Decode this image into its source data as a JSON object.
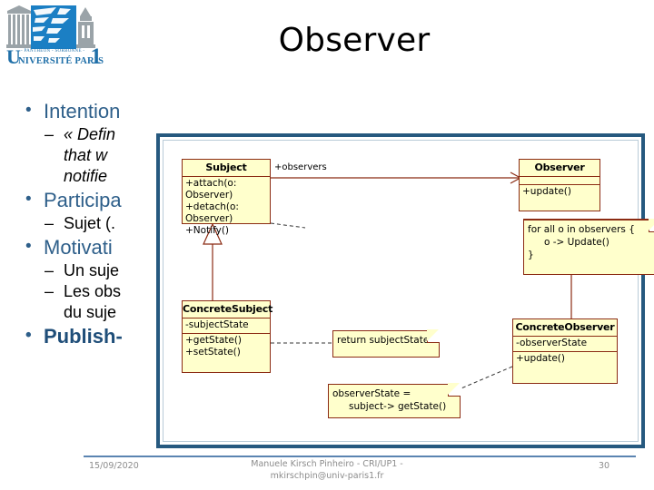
{
  "slide": {
    "title": "Observer",
    "logo": {
      "u_letter": "U",
      "tagline": "- PANTHÉON - SORBONNE -",
      "wordmark": "NIVERSITÉ PARIS",
      "number": "1"
    }
  },
  "content": {
    "bullets": [
      {
        "level": 1,
        "text": "Intention",
        "bold": false
      },
      {
        "level": 2,
        "italic": true,
        "lines": [
          "« Defin",
          "that w",
          "notifie"
        ]
      },
      {
        "level": 1,
        "text": "Participa",
        "bold": false
      },
      {
        "level": 2,
        "italic": false,
        "lines": [
          "Sujet (."
        ]
      },
      {
        "level": 1,
        "text": "Motivati",
        "bold": false
      },
      {
        "level": 2,
        "italic": false,
        "lines": [
          "Un suje"
        ]
      },
      {
        "level": 2,
        "italic": false,
        "lines": [
          "Les obs",
          "du suje"
        ]
      },
      {
        "level": 1,
        "text": "Publish-",
        "bold": true
      }
    ]
  },
  "diagram": {
    "border_color": "#26597F",
    "box_fill": "#FFFFCC",
    "box_stroke": "#8B2B13",
    "classes": [
      {
        "id": "subject",
        "name": "Subject",
        "attributes": [],
        "operations": [
          "+attach(o: Observer)",
          "+detach(o: Observer)",
          "+Notify()"
        ]
      },
      {
        "id": "observer",
        "name": "Observer",
        "attributes": [],
        "operations": [
          "+update()"
        ]
      },
      {
        "id": "concrete-subject",
        "name": "ConcreteSubject",
        "attributes": [
          "-subjectState"
        ],
        "operations": [
          "+getState()",
          "+setState()"
        ]
      },
      {
        "id": "concrete-observer",
        "name": "ConcreteObserver",
        "attributes": [
          "-observerState"
        ],
        "operations": [
          "+update()"
        ]
      }
    ],
    "association_label": "+observers",
    "notes": [
      {
        "id": "note-notify",
        "lines": [
          "for all o in observers {",
          "o -> Update()",
          "}"
        ]
      },
      {
        "id": "note-getstate",
        "lines": [
          "return subjectState"
        ]
      },
      {
        "id": "note-update",
        "lines": [
          "observerState =",
          "subject-> getState()"
        ]
      }
    ]
  },
  "footer": {
    "date": "15/09/2020",
    "author_line1": "Manuele Kirsch Pinheiro - CRI/UP1 -",
    "author_line2": "mkirschpin@univ-paris1.fr",
    "page_number": "30"
  }
}
